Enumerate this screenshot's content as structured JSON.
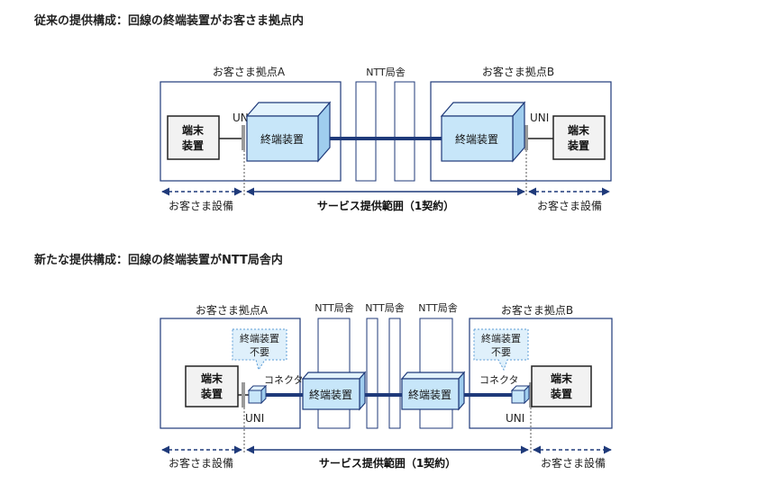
{
  "section1": {
    "heading": "従来の提供構成：回線の終端装置がお客さま拠点内",
    "site_a_label": "お客さま拠点A",
    "site_b_label": "お客さま拠点B",
    "ntt_label": "NTT局舎",
    "terminal_label_line1": "端末",
    "terminal_label_line2": "装置",
    "uni_label": "UNI",
    "onu_label": "終端装置",
    "customer_equipment_label": "お客さま設備",
    "service_range_label": "サービス提供範囲（1契約）"
  },
  "section2": {
    "heading": "新たな提供構成：回線の終端装置がNTT局舎内",
    "site_a_label": "お客さま拠点A",
    "site_b_label": "お客さま拠点B",
    "ntt_labels": [
      "NTT局舎",
      "NTT局舎",
      "NTT局舎"
    ],
    "terminal_label_line1": "端末",
    "terminal_label_line2": "装置",
    "connector_label": "コネクタ",
    "uni_label": "UNI",
    "onu_label": "終端装置",
    "callout_line1": "終端装置",
    "callout_line2": "不要",
    "customer_equipment_label": "お客さま設備",
    "service_range_label": "サービス提供範囲（1契約）"
  },
  "colors": {
    "navy": "#1f3a7a",
    "box_fill": "#c7e6f9",
    "box_top": "#e3f3fd",
    "box_side": "#9fcdee",
    "terminal_fill": "#f2f2f2",
    "callout_fill": "#dff0fb"
  }
}
